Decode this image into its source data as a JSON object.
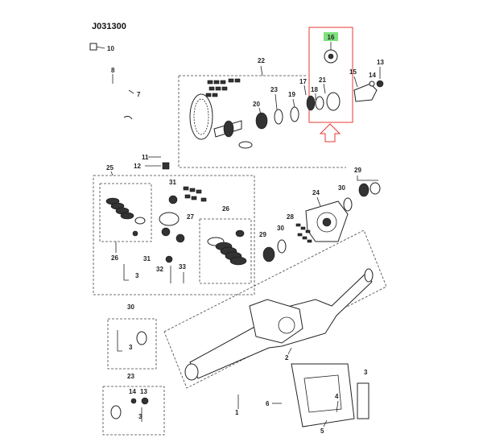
{
  "diagram_code": "J031300",
  "highlight": {
    "part_number": "16",
    "badge_color": "#7ee07e",
    "box_color": "#e53935"
  },
  "callouts": [
    "1",
    "2",
    "3",
    "4",
    "5",
    "6",
    "7",
    "8",
    "10",
    "11",
    "12",
    "13",
    "14",
    "15",
    "17",
    "18",
    "19",
    "20",
    "21",
    "22",
    "23",
    "24",
    "25",
    "26",
    "27",
    "28",
    "29",
    "30",
    "31",
    "32",
    "33"
  ]
}
